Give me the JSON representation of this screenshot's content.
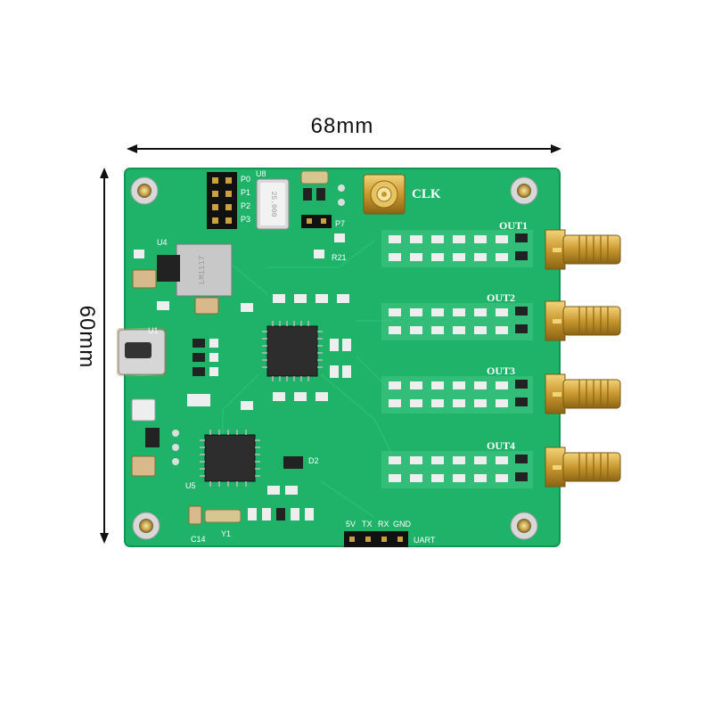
{
  "dimensions": {
    "width_label": "68mm",
    "height_label": "60mm"
  },
  "board": {
    "color": "#1fb36a",
    "connector_labels": {
      "clk": "CLK",
      "out1": "OUT1",
      "out2": "OUT2",
      "out3": "OUT3",
      "out4": "OUT4"
    },
    "uart_pins": [
      "5V",
      "TX",
      "RX",
      "GND"
    ],
    "uart_label": "UART",
    "header_labels": [
      "P0",
      "P1",
      "P2",
      "P3"
    ],
    "component_labels": {
      "u1": "U1",
      "u4": "U4",
      "u5": "U5",
      "u8": "U8",
      "p7": "P7",
      "y1": "Y1",
      "c14": "C14",
      "r21": "R21",
      "d2": "D2"
    },
    "regulator_marking": "LM1117",
    "oscillator_marking": "25.000"
  }
}
